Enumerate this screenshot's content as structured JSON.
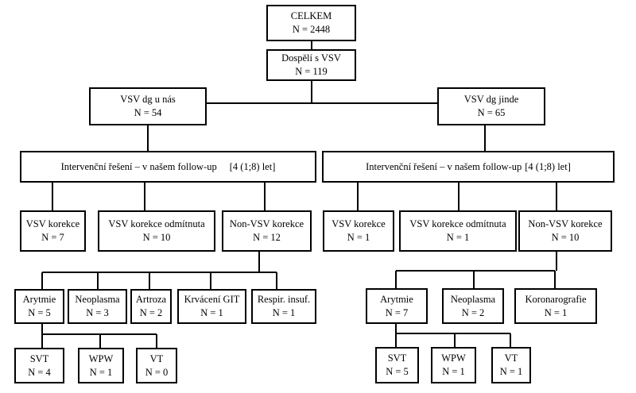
{
  "root": {
    "title": "CELKEM",
    "count": "N = 2448"
  },
  "adults": {
    "title": "Dospělí s VSV",
    "count": "N = 119"
  },
  "left": {
    "title": "VSV dg u nás",
    "count": "N = 54",
    "intervention": {
      "label": "Intervenční řešení – v našem follow-up",
      "period": "[4 (1;8) let]"
    },
    "outcomes": [
      {
        "title": "VSV korekce",
        "count": "N = 7"
      },
      {
        "title": "VSV korekce odmítnuta",
        "count": "N = 10"
      },
      {
        "title": "Non-VSV korekce",
        "count": "N = 12"
      }
    ],
    "causes": [
      {
        "title": "Arytmie",
        "count": "N = 5"
      },
      {
        "title": "Neoplasma",
        "count": "N = 3"
      },
      {
        "title": "Artroza",
        "count": "N = 2"
      },
      {
        "title": "Krvácení GIT",
        "count": "N = 1"
      },
      {
        "title": "Respir. insuf.",
        "count": "N = 1"
      }
    ],
    "arrhythmias": [
      {
        "title": "SVT",
        "count": "N = 4"
      },
      {
        "title": "WPW",
        "count": "N = 1"
      },
      {
        "title": "VT",
        "count": "N = 0"
      }
    ]
  },
  "right": {
    "title": "VSV dg jinde",
    "count": "N =  65",
    "intervention": {
      "label": "Intervenční řešení – v našem follow-up",
      "period": "[4 (1;8) let]"
    },
    "outcomes": [
      {
        "title": "VSV korekce",
        "count": "N = 1"
      },
      {
        "title": "VSV korekce odmítnuta",
        "count": "N = 1"
      },
      {
        "title": "Non-VSV korekce",
        "count": "N =  10"
      }
    ],
    "causes": [
      {
        "title": "Arytmie",
        "count": "N = 7"
      },
      {
        "title": "Neoplasma",
        "count": "N = 2"
      },
      {
        "title": "Koronarografie",
        "count": "N = 1"
      }
    ],
    "arrhythmias": [
      {
        "title": "SVT",
        "count": "N = 5"
      },
      {
        "title": "WPW",
        "count": "N = 1"
      },
      {
        "title": "VT",
        "count": "N = 1"
      }
    ]
  }
}
